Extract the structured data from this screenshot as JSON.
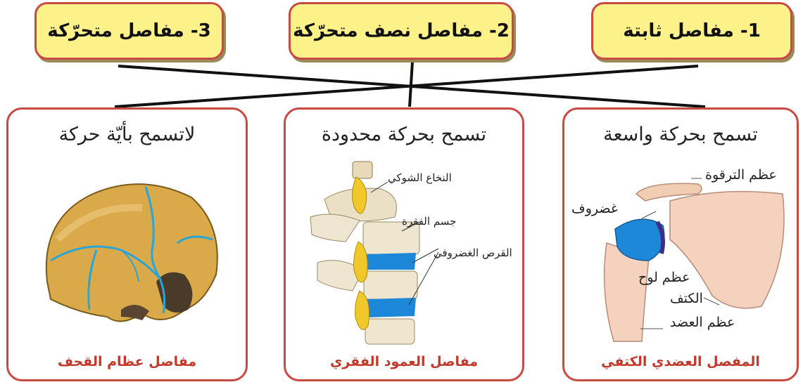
{
  "categories": [
    {
      "header": "1- مفاصل ثابتة",
      "title": "تسمح بحركة واسعة",
      "caption": "المفصل العضدي الكتفي",
      "labels": {
        "clavicle": "عظم الترقوة",
        "cartilage": "غضروف",
        "scapula_line1": "عظم لوح",
        "scapula_line2": "الكتف",
        "humerus": "عظم العضد"
      }
    },
    {
      "header": "2- مفاصل نصف متحرّكة",
      "title": "تسمح بحركة محدودة",
      "caption": "مفاصل العمود الفقري",
      "labels": {
        "spinal_cord": "النخاع الشوكي",
        "vertebra_body": "جسم الفقرة",
        "disc": "القرص الغضروفي"
      }
    },
    {
      "header": "3- مفاصل متحرّكة",
      "title": "لاتسمح بأيّة حركة",
      "caption": "مفاصل عظام القحف"
    }
  ],
  "colors": {
    "header_fill": "#fdf28a",
    "border": "#c94a45",
    "caption": "#c0392b",
    "cartilage_blue": "#1e88d8",
    "skull_suture": "#2aa5d8",
    "bone": "#d9a94a"
  }
}
